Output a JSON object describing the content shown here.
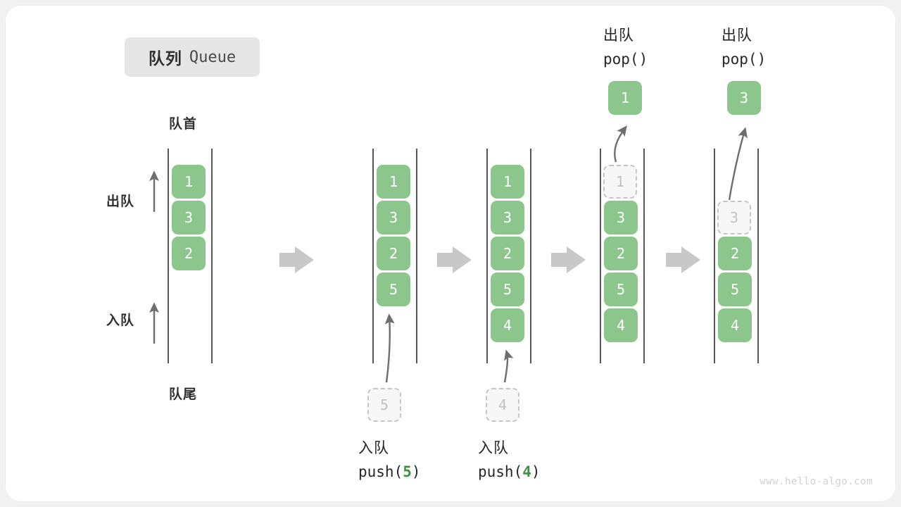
{
  "title": {
    "cn": "队列",
    "en": "Queue"
  },
  "labels": {
    "head": "队首",
    "tail": "队尾",
    "dequeue": "出队",
    "enqueue": "入队"
  },
  "watermark": "www.hello-algo.com",
  "colors": {
    "item_fill": "#8dc68d",
    "item_text": "#ffffff",
    "ghost_fill": "#f7f7f7",
    "ghost_border": "#c6c6c6",
    "ghost_text": "#c2c2c2",
    "rail": "#555555",
    "arrow_gray": "#c8c8c8",
    "curve_arrow": "#6e6e6e",
    "accent_green": "#3f8f45",
    "badge_bg": "#e6e6e6",
    "card_bg": "#ffffff",
    "page_bg": "#f2f2f2"
  },
  "steps": [
    {
      "id": "initial",
      "caption_cn": "",
      "caption_code": "",
      "items": [
        "1",
        "3",
        "2"
      ],
      "ghost_top": null,
      "ghost_bottom": null,
      "popped": null,
      "annotations": [
        "队首",
        "队尾",
        "出队",
        "入队"
      ]
    },
    {
      "id": "push-5",
      "caption_cn": "入队",
      "caption_code": "push(5)",
      "caption_arg": "5",
      "items": [
        "1",
        "3",
        "2",
        "5"
      ],
      "ghost_bottom": "5",
      "popped": null
    },
    {
      "id": "push-4",
      "caption_cn": "入队",
      "caption_code": "push(4)",
      "caption_arg": "4",
      "items": [
        "1",
        "3",
        "2",
        "5",
        "4"
      ],
      "ghost_bottom": "4",
      "popped": null
    },
    {
      "id": "pop-1",
      "caption_cn": "出队",
      "caption_code": "pop()",
      "items": [
        "3",
        "2",
        "5",
        "4"
      ],
      "ghost_top": "1",
      "popped": "1"
    },
    {
      "id": "pop-3",
      "caption_cn": "出队",
      "caption_code": "pop()",
      "items": [
        "2",
        "5",
        "4"
      ],
      "ghost_top": "3",
      "popped": "3"
    }
  ],
  "flow_arrows": 4
}
